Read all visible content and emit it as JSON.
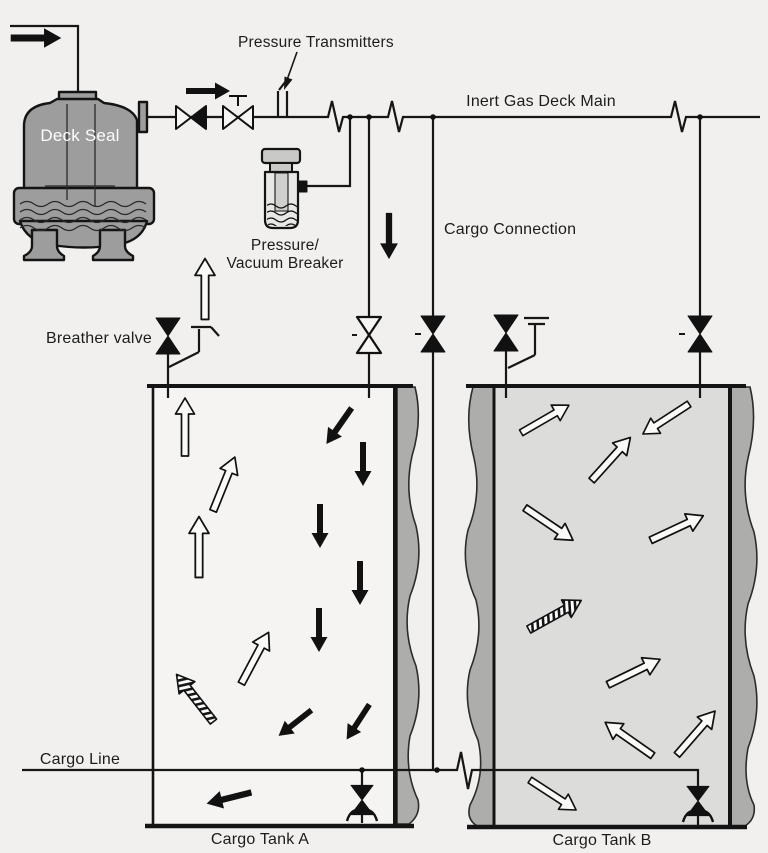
{
  "diagram": {
    "labels": {
      "pressure_transmitters": "Pressure Transmitters",
      "inert_gas_deck_main": "Inert Gas Deck Main",
      "cargo_connection": "Cargo Connection",
      "breather_valve": "Breather valve",
      "pv_breaker_line1": "Pressure/",
      "pv_breaker_line2": "Vacuum Breaker",
      "deck_seal": "Deck Seal",
      "cargo_line": "Cargo Line",
      "cargo_tank_a": "Cargo Tank A",
      "cargo_tank_b": "Cargo Tank B"
    },
    "colors": {
      "background": "#f1f0ee",
      "line": "#1c1c1c",
      "vessel_gray": "#9d9d9d",
      "structure_band_gray": "#adadab",
      "tank_a_fill": "#f5f4f2",
      "tank_b_fill": "#dcdcda",
      "pv_body": "#e8e8e6",
      "pv_cap": "#c9c9c7",
      "arrow_black": "#111111",
      "arrow_white": "#fafaf8"
    }
  }
}
